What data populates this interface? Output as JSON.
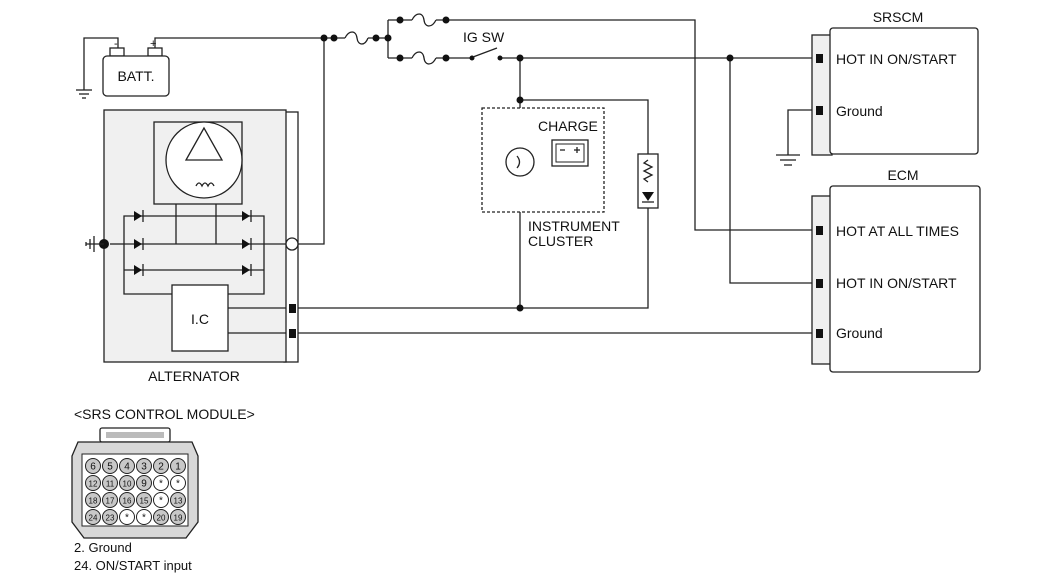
{
  "battery": {
    "label": "BATT.",
    "pos": "+",
    "neg": "-"
  },
  "alternator": {
    "label": "ALTERNATOR",
    "ic_label": "I.C"
  },
  "ig_switch": {
    "label": "IG SW"
  },
  "cluster": {
    "label_line1": "INSTRUMENT",
    "label_line2": "CLUSTER",
    "charge_label": "CHARGE"
  },
  "srscm": {
    "title": "SRSCM",
    "pins": [
      "HOT IN ON/START",
      "Ground"
    ]
  },
  "ecm": {
    "title": "ECM",
    "pins": [
      "HOT AT ALL TIMES",
      "HOT IN ON/START",
      "Ground"
    ]
  },
  "connector": {
    "title": "<SRS CONTROL MODULE>",
    "rows": [
      [
        "6",
        "5",
        "4",
        "3",
        "2",
        "1"
      ],
      [
        "12",
        "11",
        "10",
        "9",
        "*",
        "*"
      ],
      [
        "18",
        "17",
        "16",
        "15",
        "*",
        "13"
      ],
      [
        "24",
        "23",
        "*",
        "*",
        "20",
        "19"
      ]
    ],
    "notes": [
      "2. Ground",
      "24. ON/START input"
    ]
  }
}
